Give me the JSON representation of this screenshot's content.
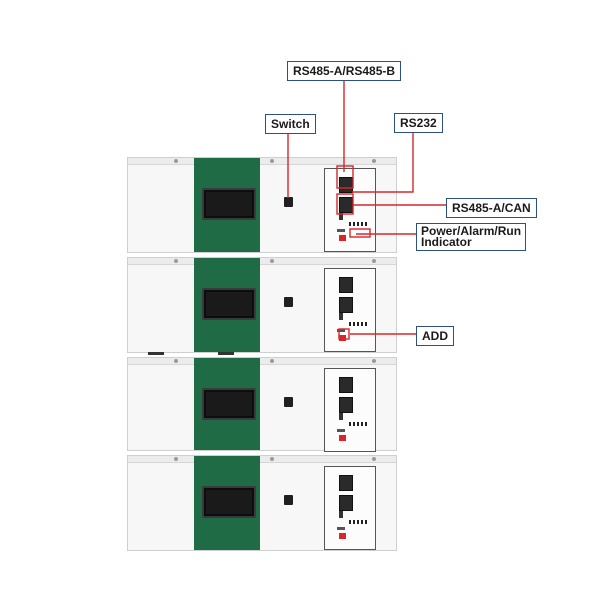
{
  "callouts": {
    "rs485_ab": "RS485-A/RS485-B",
    "switch": "Switch",
    "rs232": "RS232",
    "rs485_can": "RS485-A/CAN",
    "indicator_line1": "Power/Alarm/Run",
    "indicator_line2": "Indicator",
    "add": "ADD"
  },
  "colors": {
    "module_green": "#1e6b45",
    "leader_red": "#d8272b",
    "callout_border": "#2b4f86"
  },
  "modules": [
    {
      "name": "module-1"
    },
    {
      "name": "module-2"
    },
    {
      "name": "module-3"
    },
    {
      "name": "module-4"
    }
  ]
}
